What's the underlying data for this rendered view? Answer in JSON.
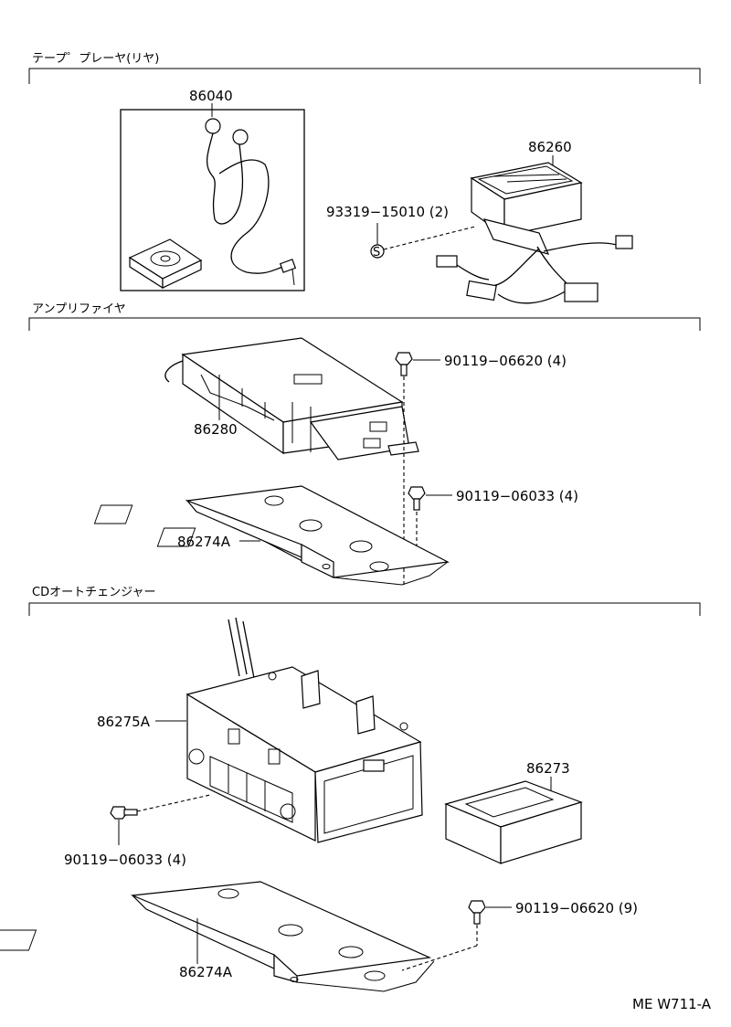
{
  "sections": [
    {
      "title": "テープ゜プレーヤ(リヤ)"
    },
    {
      "title": "アンプリファイヤ"
    },
    {
      "title": "CDオートチェンジャー"
    }
  ],
  "parts": {
    "p86040": "86040",
    "p86260": "86260",
    "p93319": "93319−15010 (2)",
    "p86280": "86280",
    "p90119_06620_4": "90119−06620 (4)",
    "p90119_06033_4a": "90119−06033 (4)",
    "p86274A_1": "86274A",
    "p86275A": "86275A",
    "p86273": "86273",
    "p90119_06033_4b": "90119−06033 (4)",
    "p90119_06620_9": "90119−06620 (9)",
    "p86274A_2": "86274A"
  },
  "screw_mark": "S",
  "footer_code": "ME W711-A"
}
